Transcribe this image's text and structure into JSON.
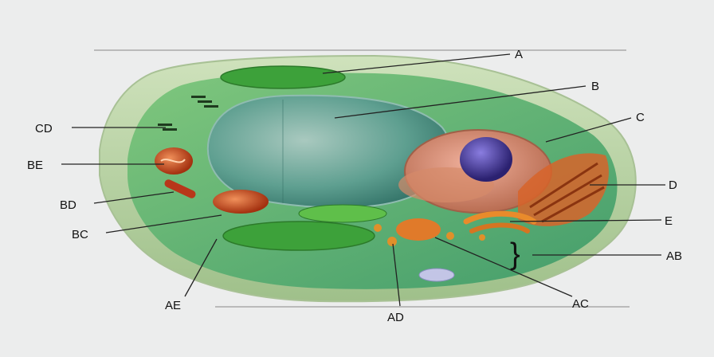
{
  "labels": {
    "A": "A",
    "B": "B",
    "C": "C",
    "D": "D",
    "E": "E",
    "AB": "AB",
    "AC": "AC",
    "AD": "AD",
    "AE": "AE",
    "BC": "BC",
    "BD": "BD",
    "BE": "BE",
    "CD": "CD"
  },
  "bracket_glyph": "}",
  "colors": {
    "background": "#eceded",
    "cell_wall": "#b9d2a6",
    "cytoplasm": "#5fb37a",
    "vacuole": "#3f8f7e",
    "nucleus_outer": "#c89c6a",
    "nucleolus": "#4b3f98",
    "chloroplast": "#3fa83a",
    "mitochondrion": "#c2471d",
    "golgi": "#e07a1f",
    "leader_line": "#222222"
  }
}
